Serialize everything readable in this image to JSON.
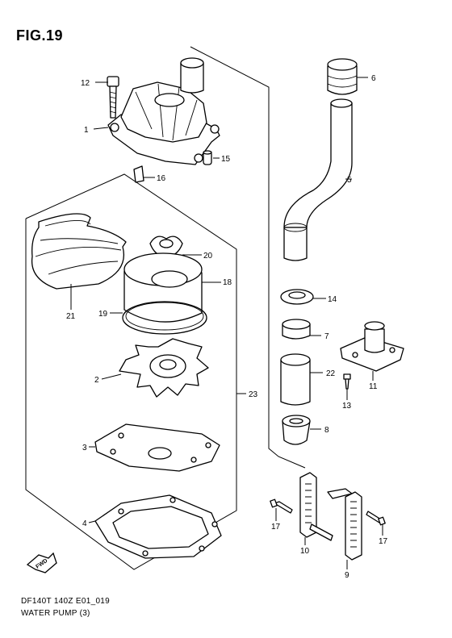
{
  "figure": {
    "title": "FIG.19",
    "code": "DF140T 140Z E01_019",
    "caption": "WATER PUMP (3)",
    "fwd_label": "FWD"
  },
  "callouts": [
    {
      "id": "1",
      "part": "pump-case"
    },
    {
      "id": "2",
      "part": "impeller"
    },
    {
      "id": "3",
      "part": "plate-gasket-upper"
    },
    {
      "id": "4",
      "part": "plate-gasket-lower"
    },
    {
      "id": "5",
      "part": "water-tube"
    },
    {
      "id": "6",
      "part": "tube-seal-top"
    },
    {
      "id": "7",
      "part": "collar"
    },
    {
      "id": "8",
      "part": "tube-seal-lower"
    },
    {
      "id": "9",
      "part": "bracket-right"
    },
    {
      "id": "10",
      "part": "bracket-left"
    },
    {
      "id": "11",
      "part": "tube-holder"
    },
    {
      "id": "12",
      "part": "bolt"
    },
    {
      "id": "13",
      "part": "screw"
    },
    {
      "id": "14",
      "part": "washer"
    },
    {
      "id": "15",
      "part": "dowel-pin"
    },
    {
      "id": "16",
      "part": "key"
    },
    {
      "id": "17",
      "part": "screw"
    },
    {
      "id": "18",
      "part": "pump-liner"
    },
    {
      "id": "19",
      "part": "o-ring"
    },
    {
      "id": "20",
      "part": "seal-ring"
    },
    {
      "id": "21",
      "part": "ring"
    },
    {
      "id": "22",
      "part": "sleeve"
    },
    {
      "id": "23",
      "part": "water-pump-repair-kit"
    }
  ]
}
